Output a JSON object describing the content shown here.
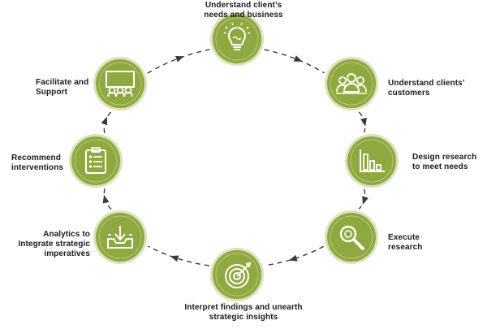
{
  "diagram": {
    "colors": {
      "node_fill": "#8fa940",
      "node_ring": "#d9e2b8",
      "icon": "#ffffff",
      "arrow": "#3a3a3a"
    },
    "steps": [
      {
        "id": "understand-client",
        "icon": "lightbulb-icon",
        "label_lines": [
          "Understand client’s",
          "needs and business"
        ]
      },
      {
        "id": "understand-customers",
        "icon": "people-group-icon",
        "label_lines": [
          "Understand clients’",
          "customers"
        ]
      },
      {
        "id": "design-research",
        "icon": "bar-chart-icon",
        "label_lines": [
          "Design research",
          "to meet needs"
        ]
      },
      {
        "id": "execute-research",
        "icon": "magnifier-icon",
        "label_lines": [
          "Execute",
          "research"
        ]
      },
      {
        "id": "interpret-findings",
        "icon": "target-icon",
        "label_lines": [
          "Interpret findings and unearth",
          "strategic insights"
        ]
      },
      {
        "id": "analytics",
        "icon": "inbox-download-icon",
        "label_lines": [
          "Analytics to",
          "Integrate strategic",
          "imperatives"
        ]
      },
      {
        "id": "recommend",
        "icon": "clipboard-icon",
        "label_lines": [
          "Recommend",
          "interventions"
        ]
      },
      {
        "id": "facilitate",
        "icon": "presentation-icon",
        "label_lines": [
          "Facilitate and",
          "Support"
        ]
      }
    ]
  }
}
